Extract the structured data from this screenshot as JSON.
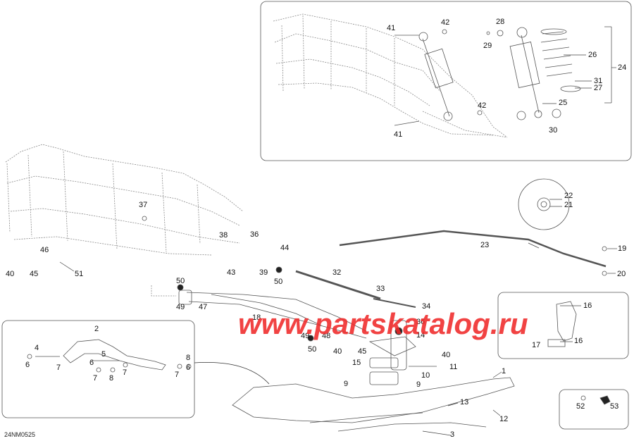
{
  "diagram": {
    "document_code": "24NM0525",
    "watermark": "www.partskatalog.ru",
    "callouts": [
      {
        "id": "c41a",
        "text": "41"
      },
      {
        "id": "c42a",
        "text": "42"
      },
      {
        "id": "c28",
        "text": "28"
      },
      {
        "id": "c29",
        "text": "29"
      },
      {
        "id": "c26",
        "text": "26"
      },
      {
        "id": "c24",
        "text": "24"
      },
      {
        "id": "c31",
        "text": "31"
      },
      {
        "id": "c27",
        "text": "27"
      },
      {
        "id": "c25",
        "text": "25"
      },
      {
        "id": "c42b",
        "text": "42"
      },
      {
        "id": "c41b",
        "text": "41"
      },
      {
        "id": "c30",
        "text": "30"
      },
      {
        "id": "c22",
        "text": "22"
      },
      {
        "id": "c21",
        "text": "21"
      },
      {
        "id": "c23",
        "text": "23"
      },
      {
        "id": "c19",
        "text": "19"
      },
      {
        "id": "c20",
        "text": "20"
      },
      {
        "id": "c37",
        "text": "37"
      },
      {
        "id": "c38",
        "text": "38"
      },
      {
        "id": "c36a",
        "text": "36"
      },
      {
        "id": "c44",
        "text": "44"
      },
      {
        "id": "c46",
        "text": "46"
      },
      {
        "id": "c40a",
        "text": "40"
      },
      {
        "id": "c45a",
        "text": "45"
      },
      {
        "id": "c51",
        "text": "51"
      },
      {
        "id": "c43",
        "text": "43"
      },
      {
        "id": "c39",
        "text": "39"
      },
      {
        "id": "c50a",
        "text": "50"
      },
      {
        "id": "c32",
        "text": "32"
      },
      {
        "id": "c50b",
        "text": "50"
      },
      {
        "id": "c49a",
        "text": "49"
      },
      {
        "id": "c47",
        "text": "47"
      },
      {
        "id": "c33",
        "text": "33"
      },
      {
        "id": "c34",
        "text": "34"
      },
      {
        "id": "c18",
        "text": "18"
      },
      {
        "id": "c36b",
        "text": "36"
      },
      {
        "id": "c14",
        "text": "14"
      },
      {
        "id": "c48",
        "text": "48"
      },
      {
        "id": "c49b",
        "text": "49"
      },
      {
        "id": "c50c",
        "text": "50"
      },
      {
        "id": "c40b",
        "text": "40"
      },
      {
        "id": "c45b",
        "text": "45"
      },
      {
        "id": "c40c",
        "text": "40"
      },
      {
        "id": "c15",
        "text": "15"
      },
      {
        "id": "c11",
        "text": "11"
      },
      {
        "id": "c10",
        "text": "10"
      },
      {
        "id": "c2",
        "text": "2"
      },
      {
        "id": "c4",
        "text": "4"
      },
      {
        "id": "c5",
        "text": "5"
      },
      {
        "id": "c6a",
        "text": "6"
      },
      {
        "id": "c7a",
        "text": "7"
      },
      {
        "id": "c6b",
        "text": "6"
      },
      {
        "id": "c7b",
        "text": "7"
      },
      {
        "id": "c8a",
        "text": "8"
      },
      {
        "id": "c7c",
        "text": "7"
      },
      {
        "id": "c8b",
        "text": "8"
      },
      {
        "id": "c7d",
        "text": "7"
      },
      {
        "id": "c6c",
        "text": "6"
      },
      {
        "id": "c1",
        "text": "1"
      },
      {
        "id": "c9a",
        "text": "9"
      },
      {
        "id": "c9b",
        "text": "9"
      },
      {
        "id": "c13",
        "text": "13"
      },
      {
        "id": "c12",
        "text": "12"
      },
      {
        "id": "c3",
        "text": "3"
      },
      {
        "id": "c16a",
        "text": "16"
      },
      {
        "id": "c17",
        "text": "17"
      },
      {
        "id": "c16b",
        "text": "16"
      },
      {
        "id": "c52",
        "text": "52"
      },
      {
        "id": "c53",
        "text": "53"
      }
    ]
  }
}
